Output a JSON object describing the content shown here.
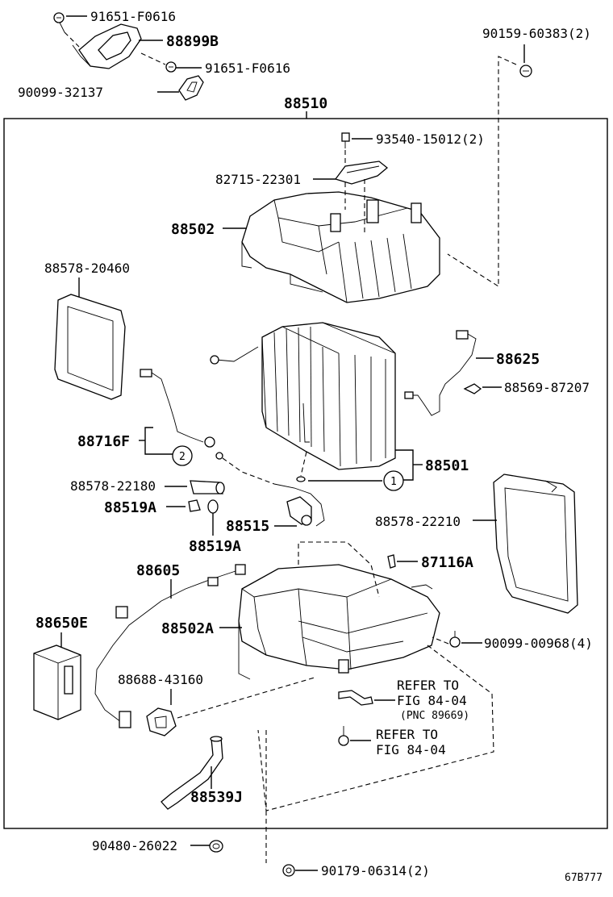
{
  "diagram_code": "67B777",
  "assembly_number": "88510",
  "callouts": {
    "p91651_top": "91651-F0616",
    "p88899B": "88899B",
    "p91651_mid": "91651-F0616",
    "p90099_32137": "90099-32137",
    "p90159": "90159-60383(2)",
    "p93540": "93540-15012(2)",
    "p82715": "82715-22301",
    "p88502": "88502",
    "p88578_20460": "88578-20460",
    "p88625": "88625",
    "p88569": "88569-87207",
    "p88716F": "88716F",
    "p88501": "88501",
    "p88578_22180": "88578-22180",
    "p88519A_left": "88519A",
    "p88515": "88515",
    "p88519A_bottom": "88519A",
    "p88578_22210": "88578-22210",
    "p88605": "88605",
    "p87116A": "87116A",
    "p88650E": "88650E",
    "p88502A": "88502A",
    "p90099_00968": "90099-00968(4)",
    "p88688": "88688-43160",
    "refer_1_line1": "REFER TO",
    "refer_1_line2": "FIG 84-04",
    "refer_1_line3": "(PNC 89669)",
    "refer_2_line1": "REFER TO",
    "refer_2_line2": "FIG 84-04",
    "p88539J": "88539J",
    "p90480": "90480-26022",
    "p90179": "90179-06314(2)"
  },
  "circle_markers": {
    "m1": "1",
    "m2": "2"
  }
}
